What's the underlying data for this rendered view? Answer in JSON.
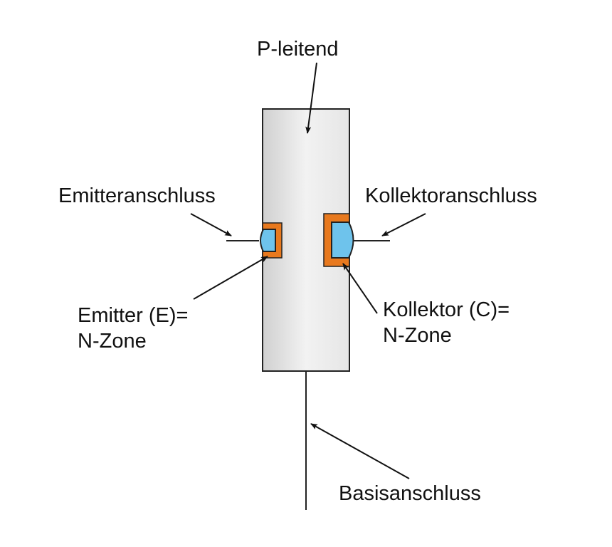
{
  "labels": {
    "p_zone": "P-leitend",
    "emitter_terminal": "Emitteranschluss",
    "collector_terminal": "Kollektoranschluss",
    "emitter_line1": "Emitter (E)=",
    "emitter_line2": "N-Zone",
    "collector_line1": "Kollektor (C)=",
    "collector_line2": "N-Zone",
    "base_terminal": "Basisanschluss"
  },
  "colors": {
    "n_zone": "#6ec3ec",
    "junction": "#e8791e",
    "p_body_light": "#f2f2f2",
    "p_body_dark": "#d2d2d2"
  }
}
